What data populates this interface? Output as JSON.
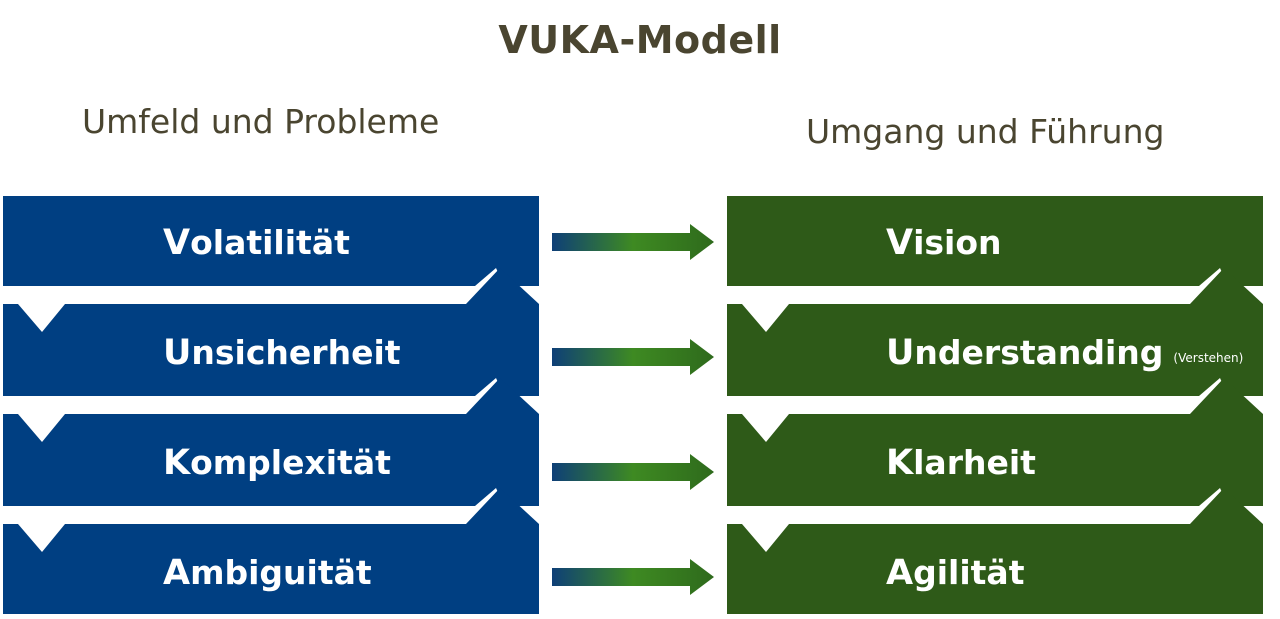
{
  "title": "VUKA-Modell",
  "left_heading": "Umfeld und Probleme",
  "right_heading": "Umgang und Führung",
  "colors": {
    "left_block": "#003f82",
    "right_block": "#2e5a18",
    "text_dark": "#4a4530",
    "arrow_start": "#0e3f77",
    "arrow_mid": "#3e8a22"
  },
  "left_items": [
    {
      "first": "V",
      "rest": "olatilität"
    },
    {
      "first": "U",
      "rest": "nsicherheit"
    },
    {
      "first": "K",
      "rest": "omplexität"
    },
    {
      "first": "A",
      "rest": "mbiguität"
    }
  ],
  "right_items": [
    {
      "first": "V",
      "rest": "ision",
      "note": ""
    },
    {
      "first": "U",
      "rest": "nderstanding",
      "note": "(Verstehen)"
    },
    {
      "first": "K",
      "rest": "larheit",
      "note": ""
    },
    {
      "first": "A",
      "rest": "gilität",
      "note": ""
    }
  ]
}
